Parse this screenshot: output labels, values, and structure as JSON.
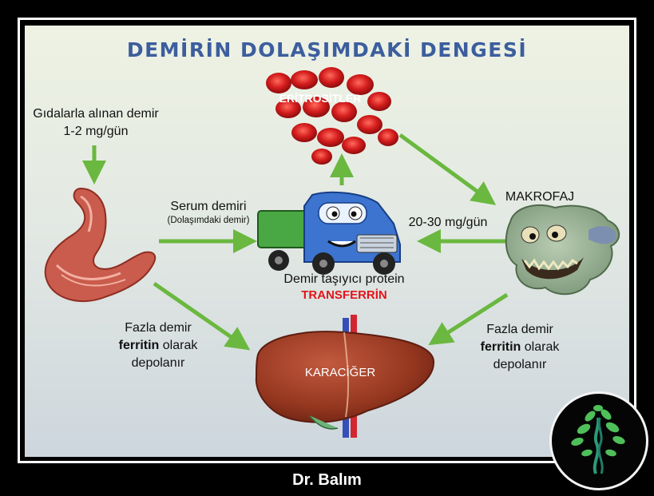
{
  "title": "DEMİRİN DOLAŞIMDAKİ DENGESİ",
  "food_iron": {
    "line1": "Gıdalarla alınan demir",
    "line2": "1-2 mg/gün"
  },
  "serum_iron": {
    "line1": "Serum demiri",
    "line2": "(Dolaşımdaki demir)"
  },
  "erythrocytes": "ERİTROSİTLER",
  "macrophage": "MAKROFAJ",
  "macrophage_flow": "20-30 mg/gün",
  "transport": {
    "line1": "Demir taşıyıcı protein",
    "line2": "TRANSFERRİN"
  },
  "liver": "KARACİĞER",
  "excess_left": {
    "line1": "Fazla demir",
    "bold": "ferritin",
    "rest": " olarak",
    "line3": "depolanır"
  },
  "excess_right": {
    "line1": "Fazla demir",
    "bold": "ferritin",
    "rest": " olarak",
    "line3": "depolanır"
  },
  "footer": "Dr. Balım",
  "colors": {
    "title": "#3c5e9e",
    "arrow": "#6ab83f",
    "transferrin": "#e3141b",
    "blood_cell": "#d21e1e",
    "liver": "#9e3b27"
  },
  "icons": [
    "stomach-illustration",
    "truck-illustration",
    "red-blood-cells-illustration",
    "macrophage-illustration",
    "liver-illustration",
    "tree-logo-icon"
  ]
}
